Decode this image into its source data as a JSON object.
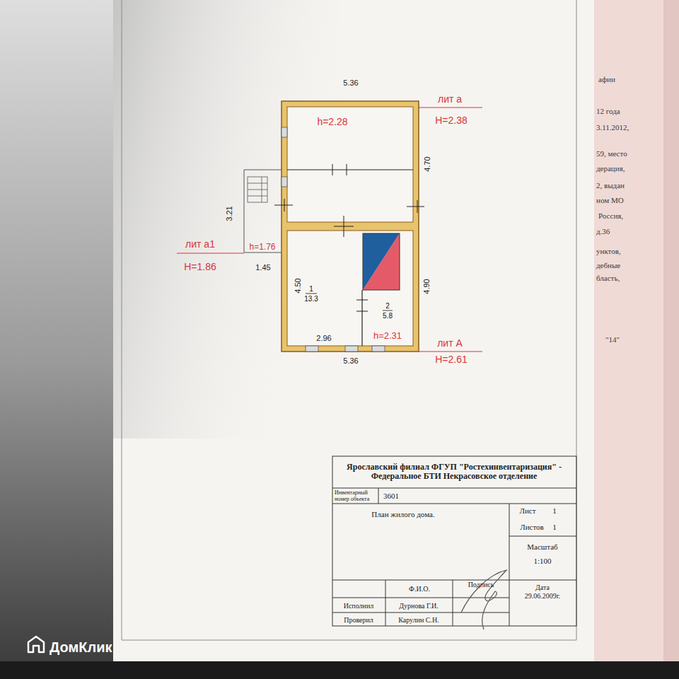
{
  "diagram": {
    "nodes": [
      {
        "text": [
          "h=2.28"
        ]
      },
      {
        "text": [
          "1",
          "13.3"
        ]
      },
      {
        "text": [
          "2",
          "5.8",
          "h=2.31"
        ]
      }
    ],
    "labels": [
      "5.36",
      "лит а",
      "H=2.38",
      "4.70",
      "3.21",
      "лит а1",
      "h=1.76",
      "H=1.86",
      "1.45",
      "4.50",
      "4.90",
      "2.96",
      "5.36",
      "лит А",
      "H=2.61",
      "Ярославский филиал ФГУП \"Ростехинвентаризация\" - Федеральное БТИ Некрасовское отделение",
      "Инвентарный номер объекта",
      "3601",
      "План жилого дома.",
      "Лист",
      "1",
      "Листов",
      "1",
      "Масштаб",
      "1:100",
      "Ф.И.О.",
      "Подпись",
      "Дата",
      "Исполнил",
      "Дурнова Г.И.",
      "29.06.2009г.",
      "Проверил",
      "Карулин С.Н.",
      "афии",
      "12 года",
      "3.11.2012,",
      "59, место",
      "дерация,",
      "2, выдан",
      "ном МО",
      "Россия,",
      "д.36",
      "унктов,",
      "дебные",
      "бласть,",
      "\"14\"",
      "ДомКлик"
    ]
  }
}
